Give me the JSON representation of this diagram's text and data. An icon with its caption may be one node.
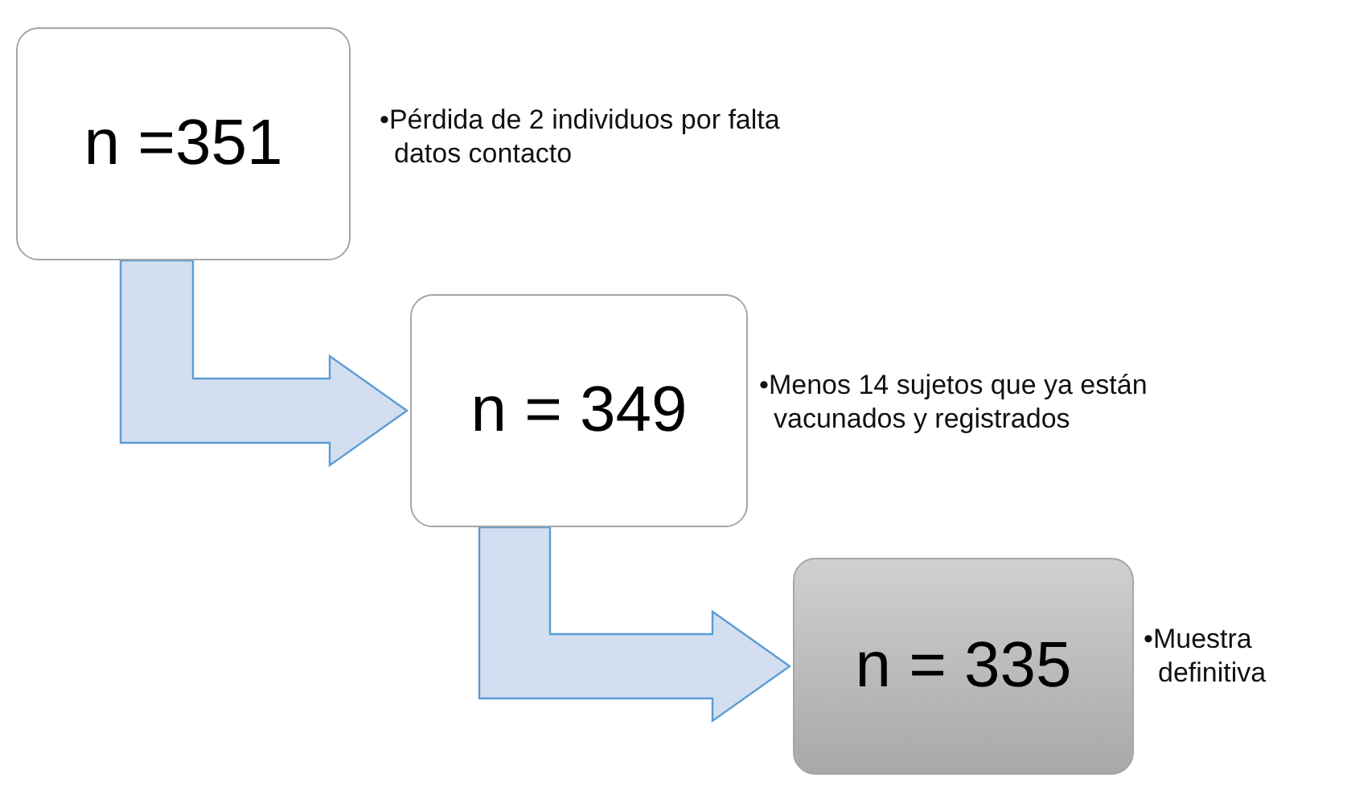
{
  "diagram": {
    "nodes": [
      {
        "text": [
          "n =351"
        ],
        "beside": [
          "•Pérdida de 2 individuos por falta datos contacto"
        ]
      },
      {
        "text": [
          "n = 349"
        ],
        "beside": [
          "•Menos 14 sujetos que ya están vacunados y registrados"
        ]
      },
      {
        "text": [
          "n = 335"
        ],
        "beside": [
          "•Muestra definitiva"
        ]
      }
    ],
    "edges": [
      {
        "from": 0,
        "to": 1,
        "arrow": "to"
      },
      {
        "from": 1,
        "to": 2,
        "arrow": "to"
      }
    ]
  }
}
